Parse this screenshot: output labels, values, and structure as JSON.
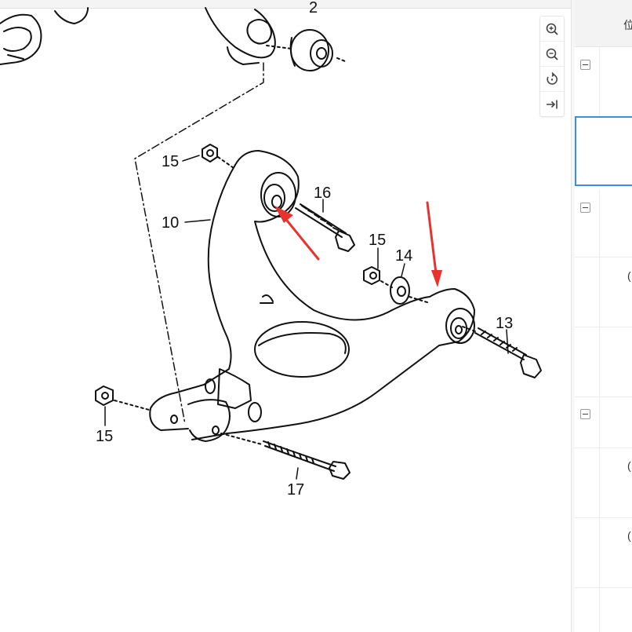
{
  "diagram": {
    "callouts": {
      "c2": "2",
      "c15a": "15",
      "c16": "16",
      "c10": "10",
      "c15b": "15",
      "c14": "14",
      "c13": "13",
      "c15c": "15",
      "c17": "17"
    },
    "arrow_color": "#e8322e",
    "line_color": "#111111"
  },
  "toolbar": {
    "zoom_in": "zoom-in-icon",
    "zoom_out": "zoom-out-icon",
    "rotate": "rotate-icon",
    "fit": "fit-width-icon"
  },
  "panel": {
    "header_text": "位",
    "row_texts": [
      "(",
      "(",
      "("
    ],
    "accent_color": "#2f7de1"
  }
}
